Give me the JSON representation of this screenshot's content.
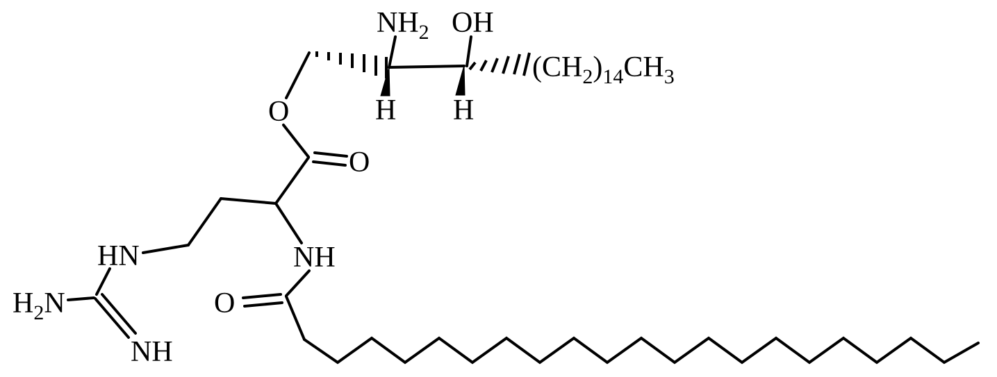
{
  "figure": {
    "kind": "chemical-structure-diagram",
    "colors": {
      "ink": "#000000",
      "background": "#ffffff"
    }
  },
  "labels": {
    "nh2": {
      "main": "NH",
      "sub": "2"
    },
    "oh": {
      "text": "OH"
    },
    "alkyl": {
      "p1": "(CH",
      "s1": "2",
      "p2": ")",
      "s2": "14",
      "p3": "CH",
      "s3": "3"
    },
    "h_left": {
      "text": "H"
    },
    "h_right": {
      "text": "H"
    },
    "o_ester": {
      "text": "O"
    },
    "o_ester_carbonyl": {
      "text": "O"
    },
    "hn_guanidino": {
      "text": "HN"
    },
    "nh_amide": {
      "text": "NH"
    },
    "h2n": {
      "p1": "H",
      "s1": "2",
      "p2": "N"
    },
    "o_amide": {
      "text": "O"
    },
    "nh_imine": {
      "text": "NH"
    }
  }
}
